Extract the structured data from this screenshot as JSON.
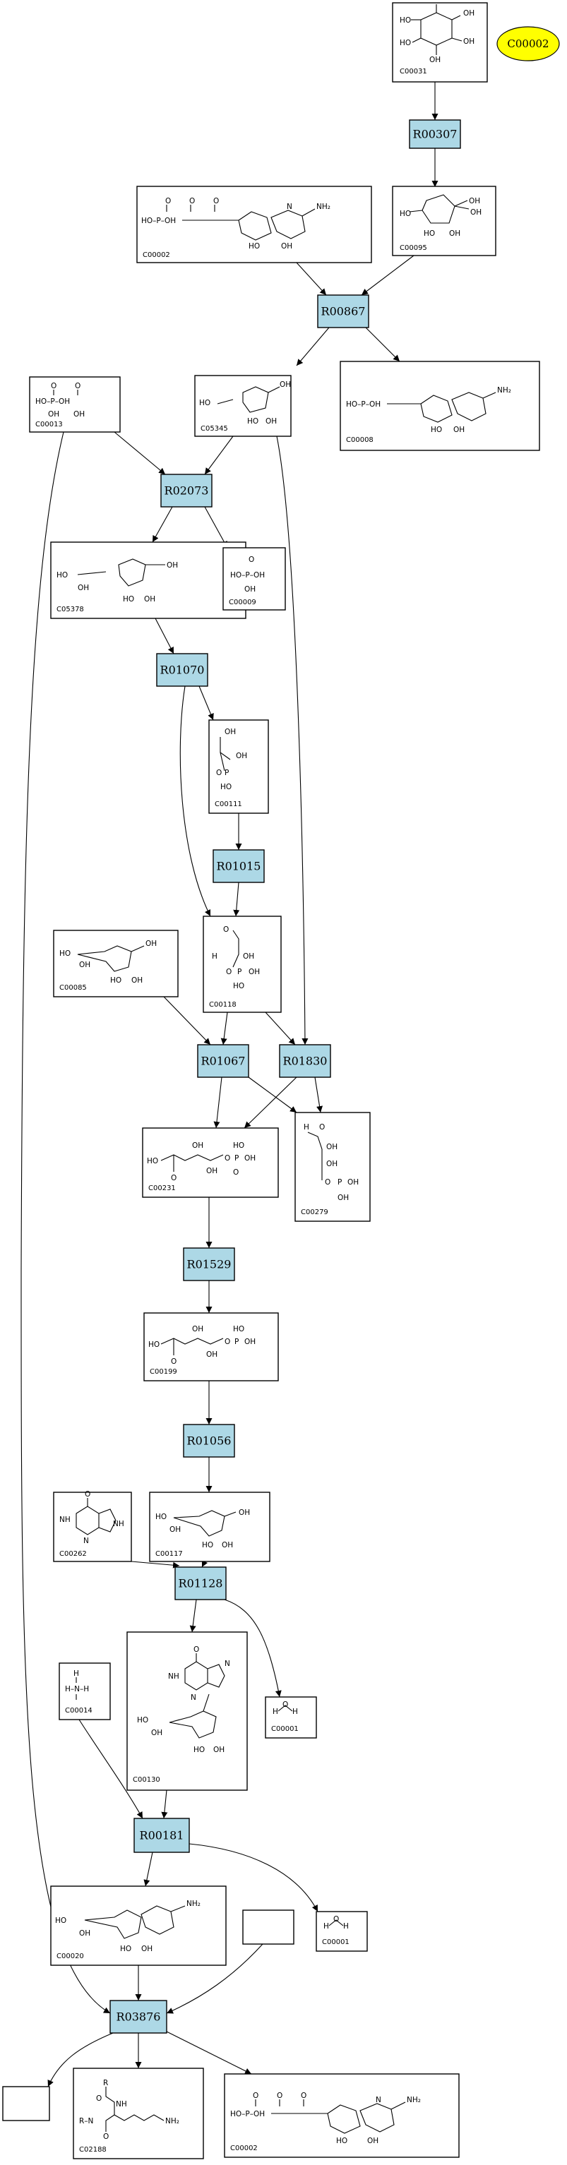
{
  "top_compound": "C00002",
  "compounds": {
    "C00031": "C00031",
    "C00002a": "C00002",
    "C00095": "C00095",
    "C00013": "C00013",
    "C05345": "C05345",
    "C00008": "C00008",
    "C05378": "C05378",
    "C00009": "C00009",
    "C00111": "C00111",
    "C00085": "C00085",
    "C00118": "C00118",
    "C00231": "C00231",
    "C00279": "C00279",
    "C00199": "C00199",
    "C00262": "C00262",
    "C00117": "C00117",
    "C00014": "C00014",
    "C00130": "C00130",
    "C00001a": "C00001",
    "C00020": "C00020",
    "C00001b": "C00001",
    "C02188": "C02188",
    "C00002b": "C00002"
  },
  "reactions": {
    "R00307": "R00307",
    "R00867": "R00867",
    "R02073": "R02073",
    "R01070": "R01070",
    "R01015": "R01015",
    "R01067": "R01067",
    "R01830": "R01830",
    "R01529": "R01529",
    "R01056": "R01056",
    "R01128": "R01128",
    "R00181": "R00181",
    "R03876": "R03876"
  },
  "atoms": {
    "HO": "HO",
    "OH": "OH",
    "O": "O",
    "P": "P",
    "N": "N",
    "NH": "NH",
    "NH2": "NH₂",
    "H": "H",
    "R": "R",
    "NH2b": "NH2",
    "H_N_H": "H–N–H",
    "O_H": "H  O  H",
    "R_N": "R–N",
    "HO_P_OH": "HO–P–OH"
  },
  "colors": {
    "reaction_fill": "#add8e6",
    "oval_fill": "#ffff00"
  }
}
